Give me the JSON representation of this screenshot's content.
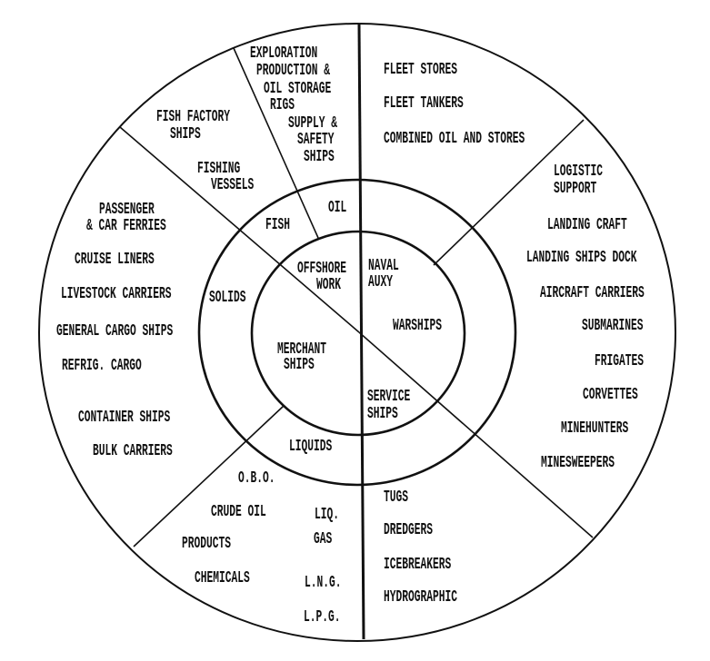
{
  "diagram": {
    "title": "Ship types classification wheel",
    "center": {
      "offshore_work": [
        "OFFSHORE",
        "WORK"
      ],
      "naval_auxy": [
        "NAVAL",
        "AUXY"
      ],
      "merchant_ships": [
        "MERCHANT",
        "SHIPS"
      ],
      "service_ships": [
        "SERVICE",
        "SHIPS"
      ]
    },
    "middle_ring": {
      "fish": "FISH",
      "oil": "OIL",
      "solids": "SOLIDS",
      "liquids": "LIQUIDS",
      "warships": "WARSHIPS"
    },
    "outer_ring": {
      "oil": [
        "EXPLORATION",
        "PRODUCTION &",
        "OIL STORAGE",
        "RIGS",
        "SUPPLY &",
        "SAFETY",
        "SHIPS"
      ],
      "fish": [
        "FISH FACTORY",
        "SHIPS",
        "FISHING",
        "VESSELS"
      ],
      "naval_auxy": [
        "FLEET STORES",
        "FLEET TANKERS",
        "COMBINED OIL AND STORES"
      ],
      "warships": [
        "LOGISTIC",
        "SUPPORT",
        "LANDING CRAFT",
        "LANDING SHIPS DOCK",
        "AIRCRAFT CARRIERS",
        "SUBMARINES",
        "FRIGATES",
        "CORVETTES",
        "MINEHUNTERS",
        "MINESWEEPERS"
      ],
      "solids": [
        "PASSENGER",
        "& CAR FERRIES",
        "CRUISE LINERS",
        "LIVESTOCK CARRIERS",
        "GENERAL CARGO SHIPS",
        "REFRIG. CARGO",
        "CONTAINER SHIPS",
        "BULK CARRIERS"
      ],
      "liquids": [
        "O.B.O.",
        "CRUDE OIL",
        "PRODUCTS",
        "CHEMICALS",
        "LIQ.",
        "GAS",
        "L.N.G.",
        "L.P.G."
      ],
      "service": [
        "TUGS",
        "DREDGERS",
        "ICEBREAKERS",
        "HYDROGRAPHIC"
      ]
    }
  }
}
